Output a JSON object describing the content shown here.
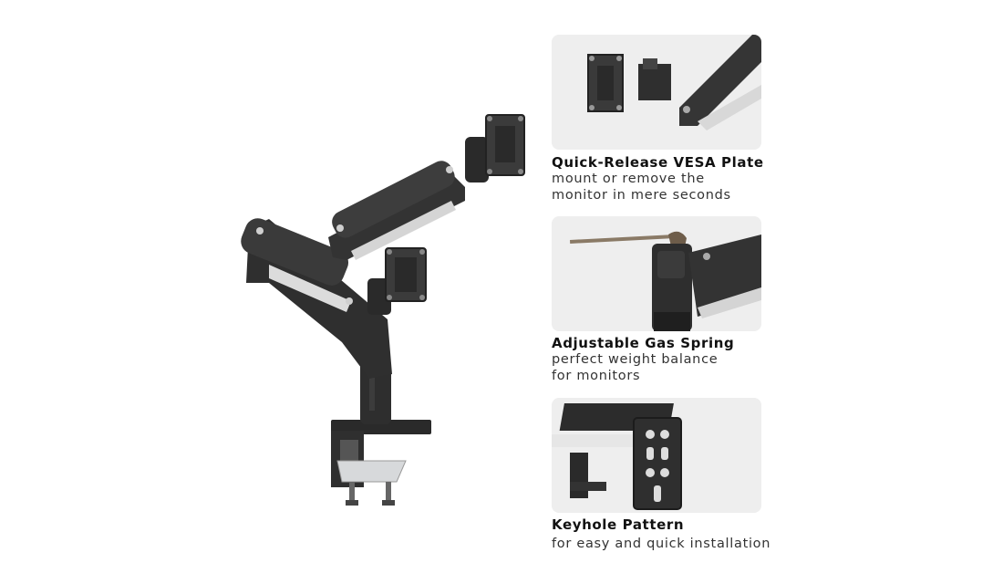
{
  "features": [
    {
      "title": "Quick-Release VESA Plate",
      "desc_line1": "mount or remove the",
      "desc_line2": "monitor in mere seconds"
    },
    {
      "title": "Adjustable Gas Spring",
      "desc_line1": "perfect weight balance",
      "desc_line2": "for monitors"
    },
    {
      "title": "Keyhole Pattern",
      "desc_line1": "for easy and quick installation"
    }
  ]
}
